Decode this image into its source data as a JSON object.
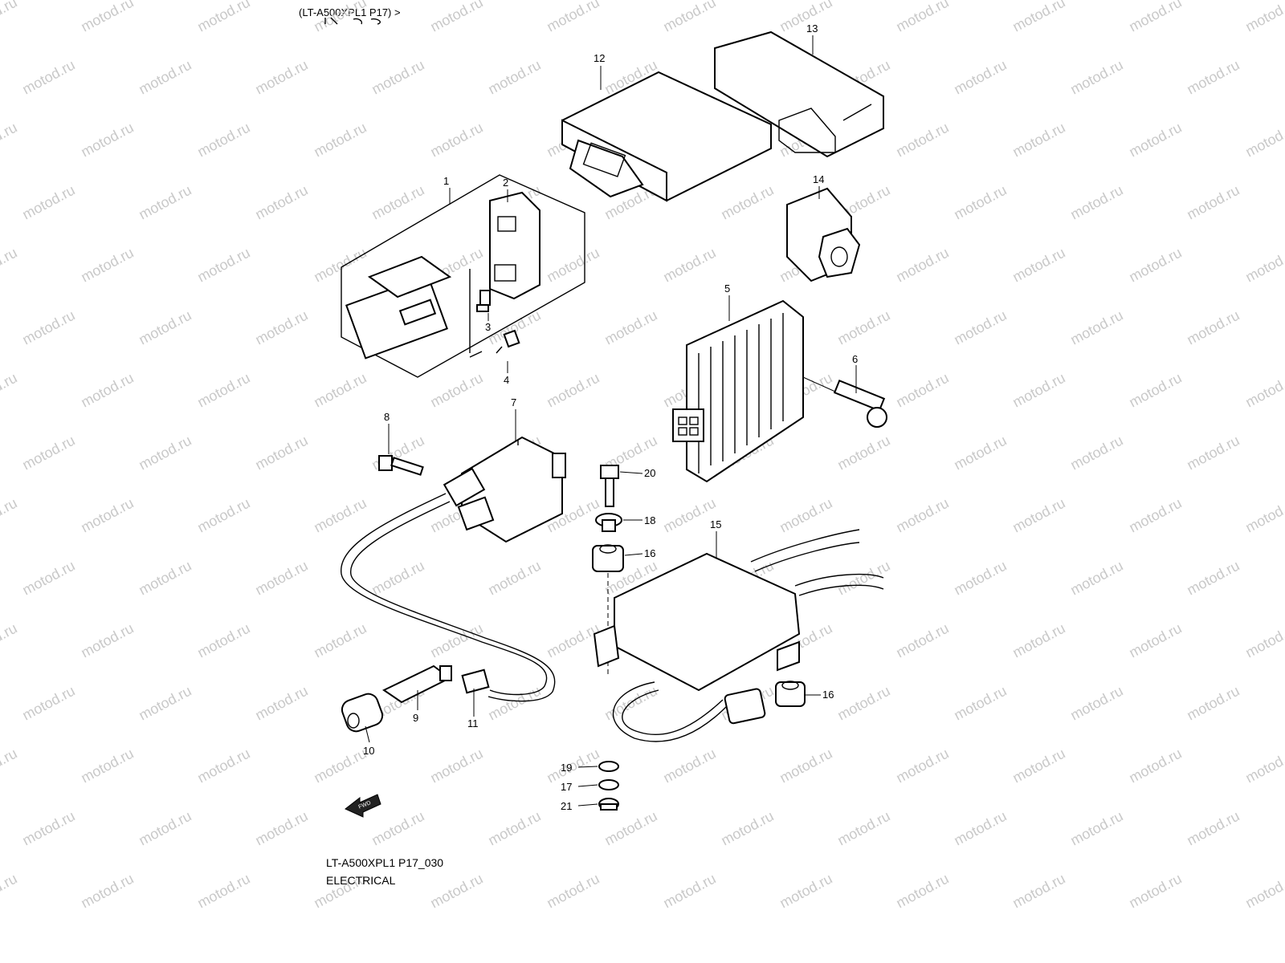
{
  "header": {
    "model_ref": "(LT-A500XPL1 P17) >"
  },
  "caption": {
    "code": "LT-A500XPL1 P17_030",
    "section": "ELECTRICAL"
  },
  "watermark": {
    "text": "motod.ru",
    "color": "#c9c9c9"
  },
  "fwd_label": "FWD",
  "callouts": [
    {
      "id": "c1",
      "text": "1"
    },
    {
      "id": "c2",
      "text": "2"
    },
    {
      "id": "c3",
      "text": "3"
    },
    {
      "id": "c4",
      "text": "4"
    },
    {
      "id": "c5",
      "text": "5"
    },
    {
      "id": "c6",
      "text": "6"
    },
    {
      "id": "c7",
      "text": "7"
    },
    {
      "id": "c8",
      "text": "8"
    },
    {
      "id": "c9",
      "text": "9"
    },
    {
      "id": "c10",
      "text": "10"
    },
    {
      "id": "c11",
      "text": "11"
    },
    {
      "id": "c12",
      "text": "12"
    },
    {
      "id": "c13",
      "text": "13"
    },
    {
      "id": "c14",
      "text": "14"
    },
    {
      "id": "c15",
      "text": "15"
    },
    {
      "id": "c16a",
      "text": "16"
    },
    {
      "id": "c16b",
      "text": "16"
    },
    {
      "id": "c17",
      "text": "17"
    },
    {
      "id": "c18",
      "text": "18"
    },
    {
      "id": "c19",
      "text": "19"
    },
    {
      "id": "c20",
      "text": "20"
    },
    {
      "id": "c21",
      "text": "21"
    }
  ]
}
